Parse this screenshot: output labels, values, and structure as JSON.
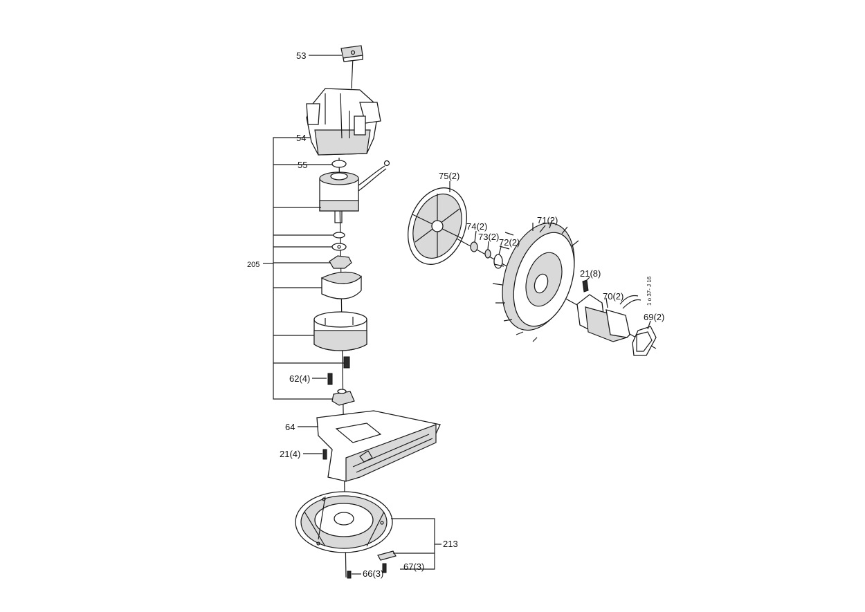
{
  "labels": {
    "p53": "53",
    "p54": "54",
    "p55": "55",
    "p205": "205",
    "p62": "62(4)",
    "p64": "64",
    "p21a": "21(4)",
    "p213": "213",
    "p66": "66(3)",
    "p67": "67(3)",
    "p75": "75(2)",
    "p74": "74(2)",
    "p73": "73(2)",
    "p72": "72(2)",
    "p71": "71(2)",
    "p21b": "21(8)",
    "p70": "70(2)",
    "p69": "69(2)"
  },
  "drawing_code": "1 o 37- J 16"
}
